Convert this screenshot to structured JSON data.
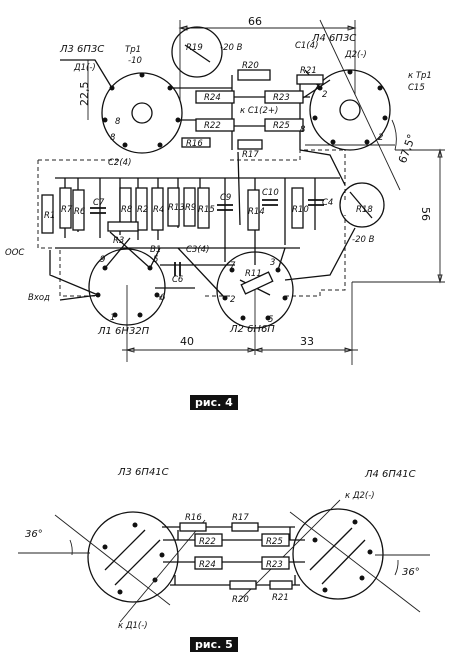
{
  "figure4": {
    "caption": "рис. 4",
    "dims": {
      "top": "66",
      "right": "56",
      "bottom_left": "40",
      "bottom_right": "33",
      "left": "22,5",
      "angle": "67,5°"
    },
    "tubes": {
      "l3": "Л3  6П3С",
      "l4": "Л4 6П3С",
      "l1": "Л1 6Н32П",
      "l2": "Л2 6Н6П"
    },
    "labels": {
      "tp1_left": "Тр1",
      "tp1_left_val": "-10",
      "d1": "Д1(-)",
      "d2": "Д2(-)",
      "tp1_right": "к Тр1",
      "c15": "С15",
      "c1": "С1(4)",
      "c2": "С2(4)",
      "c3": "С3(4)",
      "k_c": "к С1(2+)",
      "minus20_top": "-20 В",
      "minus20_bottom": "-20 В",
      "ooc": "ООС",
      "vhod": "Вход",
      "v1": "В1"
    },
    "resistors": [
      "R19",
      "R20",
      "R21",
      "R24",
      "R23",
      "R22",
      "R25",
      "R16",
      "R17",
      "R1",
      "R7",
      "R6",
      "R8",
      "R2",
      "R4",
      "R13",
      "R9",
      "R15",
      "R14",
      "R10",
      "R18",
      "R3",
      "R11"
    ],
    "capacitors": [
      "C7",
      "C9",
      "C10",
      "C4",
      "C6"
    ],
    "pins": [
      "8",
      "8",
      "2",
      "2",
      "8",
      "3",
      "7",
      "9",
      "5",
      "6",
      "1",
      "5",
      "2"
    ]
  },
  "figure5": {
    "caption": "рис. 5",
    "tubes": {
      "l3": "Л3  6П41С",
      "l4": "Л4  6П41С"
    },
    "labels": {
      "d2": "к Д2(-)",
      "d1": "к Д1(-)",
      "angle_left": "36°",
      "angle_right": "36°"
    },
    "resistors": [
      "R16",
      "R17",
      "R22",
      "R25",
      "R24",
      "R23",
      "R20",
      "R21"
    ]
  }
}
